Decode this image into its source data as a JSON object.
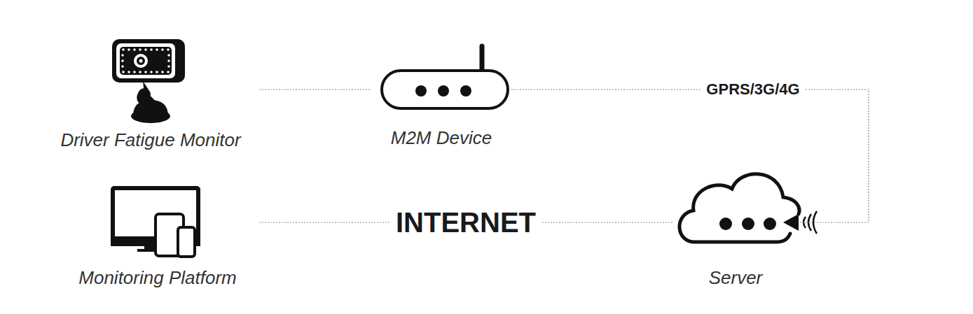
{
  "diagram": {
    "nodes": [
      {
        "text": [
          "Driver Fatigue Monitor"
        ]
      },
      {
        "text": [
          "M2M Device"
        ]
      },
      {
        "text": [
          "Server"
        ]
      },
      {
        "text": [
          "Monitoring Platform"
        ]
      }
    ],
    "edges": [
      {
        "from": 0,
        "to": 1,
        "arrow": "none"
      },
      {
        "from": 1,
        "to": 2,
        "label": "GPRS/3G/4G",
        "arrow": "to"
      },
      {
        "from": 2,
        "to": 3,
        "label": "INTERNET",
        "arrow": "none"
      }
    ]
  }
}
